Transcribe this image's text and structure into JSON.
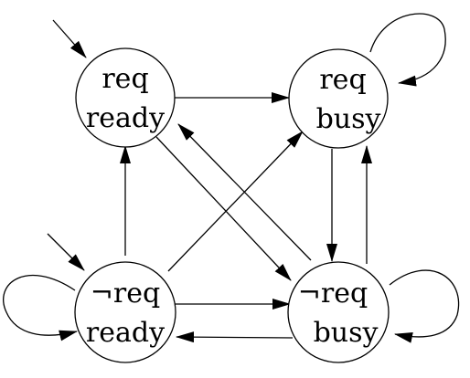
{
  "states": [
    {
      "id": "s1",
      "line1": "req",
      "line2": "ready"
    },
    {
      "id": "s2",
      "line1": "req",
      "line2": "busy"
    },
    {
      "id": "s3",
      "line1": "¬req",
      "line2": "ready"
    },
    {
      "id": "s4",
      "line1": "¬req",
      "line2": "busy"
    }
  ],
  "initial_states": [
    "s1",
    "s3"
  ],
  "transitions": [
    {
      "from": "s1",
      "to": "s2"
    },
    {
      "from": "s1",
      "to": "s4"
    },
    {
      "from": "s2",
      "to": "s2"
    },
    {
      "from": "s2",
      "to": "s4"
    },
    {
      "from": "s3",
      "to": "s1"
    },
    {
      "from": "s3",
      "to": "s2"
    },
    {
      "from": "s3",
      "to": "s3"
    },
    {
      "from": "s3",
      "to": "s4"
    },
    {
      "from": "s4",
      "to": "s1"
    },
    {
      "from": "s4",
      "to": "s2"
    },
    {
      "from": "s4",
      "to": "s3"
    },
    {
      "from": "s4",
      "to": "s4"
    }
  ]
}
